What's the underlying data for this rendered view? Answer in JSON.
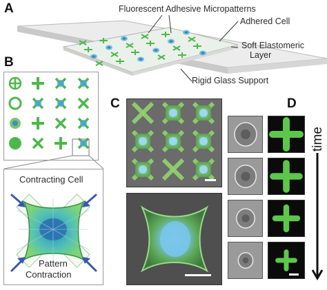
{
  "panel_a": {
    "letter": "A",
    "label_micropatterns": "Fluorescent Adhesive Micropatterns",
    "label_adhered_cell": "Adhered Cell",
    "label_soft_layer_1": "Soft Elastomeric",
    "label_soft_layer_2": "Layer",
    "label_glass": "Rigid Glass Support"
  },
  "panel_b": {
    "letter": "B",
    "label_contracting": "Contracting Cell",
    "label_pattern_1": "Pattern",
    "label_pattern_2": "Contraction"
  },
  "panel_c": {
    "letter": "C"
  },
  "panel_d": {
    "letter": "D",
    "time_label": "time"
  },
  "colors": {
    "pattern_green": "#4cb84a",
    "cell_blue": "#5fb8d8",
    "micro_bg": "#2a2a2a",
    "glass": "#e9e9e9",
    "elastomer": "#dcdcdc"
  }
}
